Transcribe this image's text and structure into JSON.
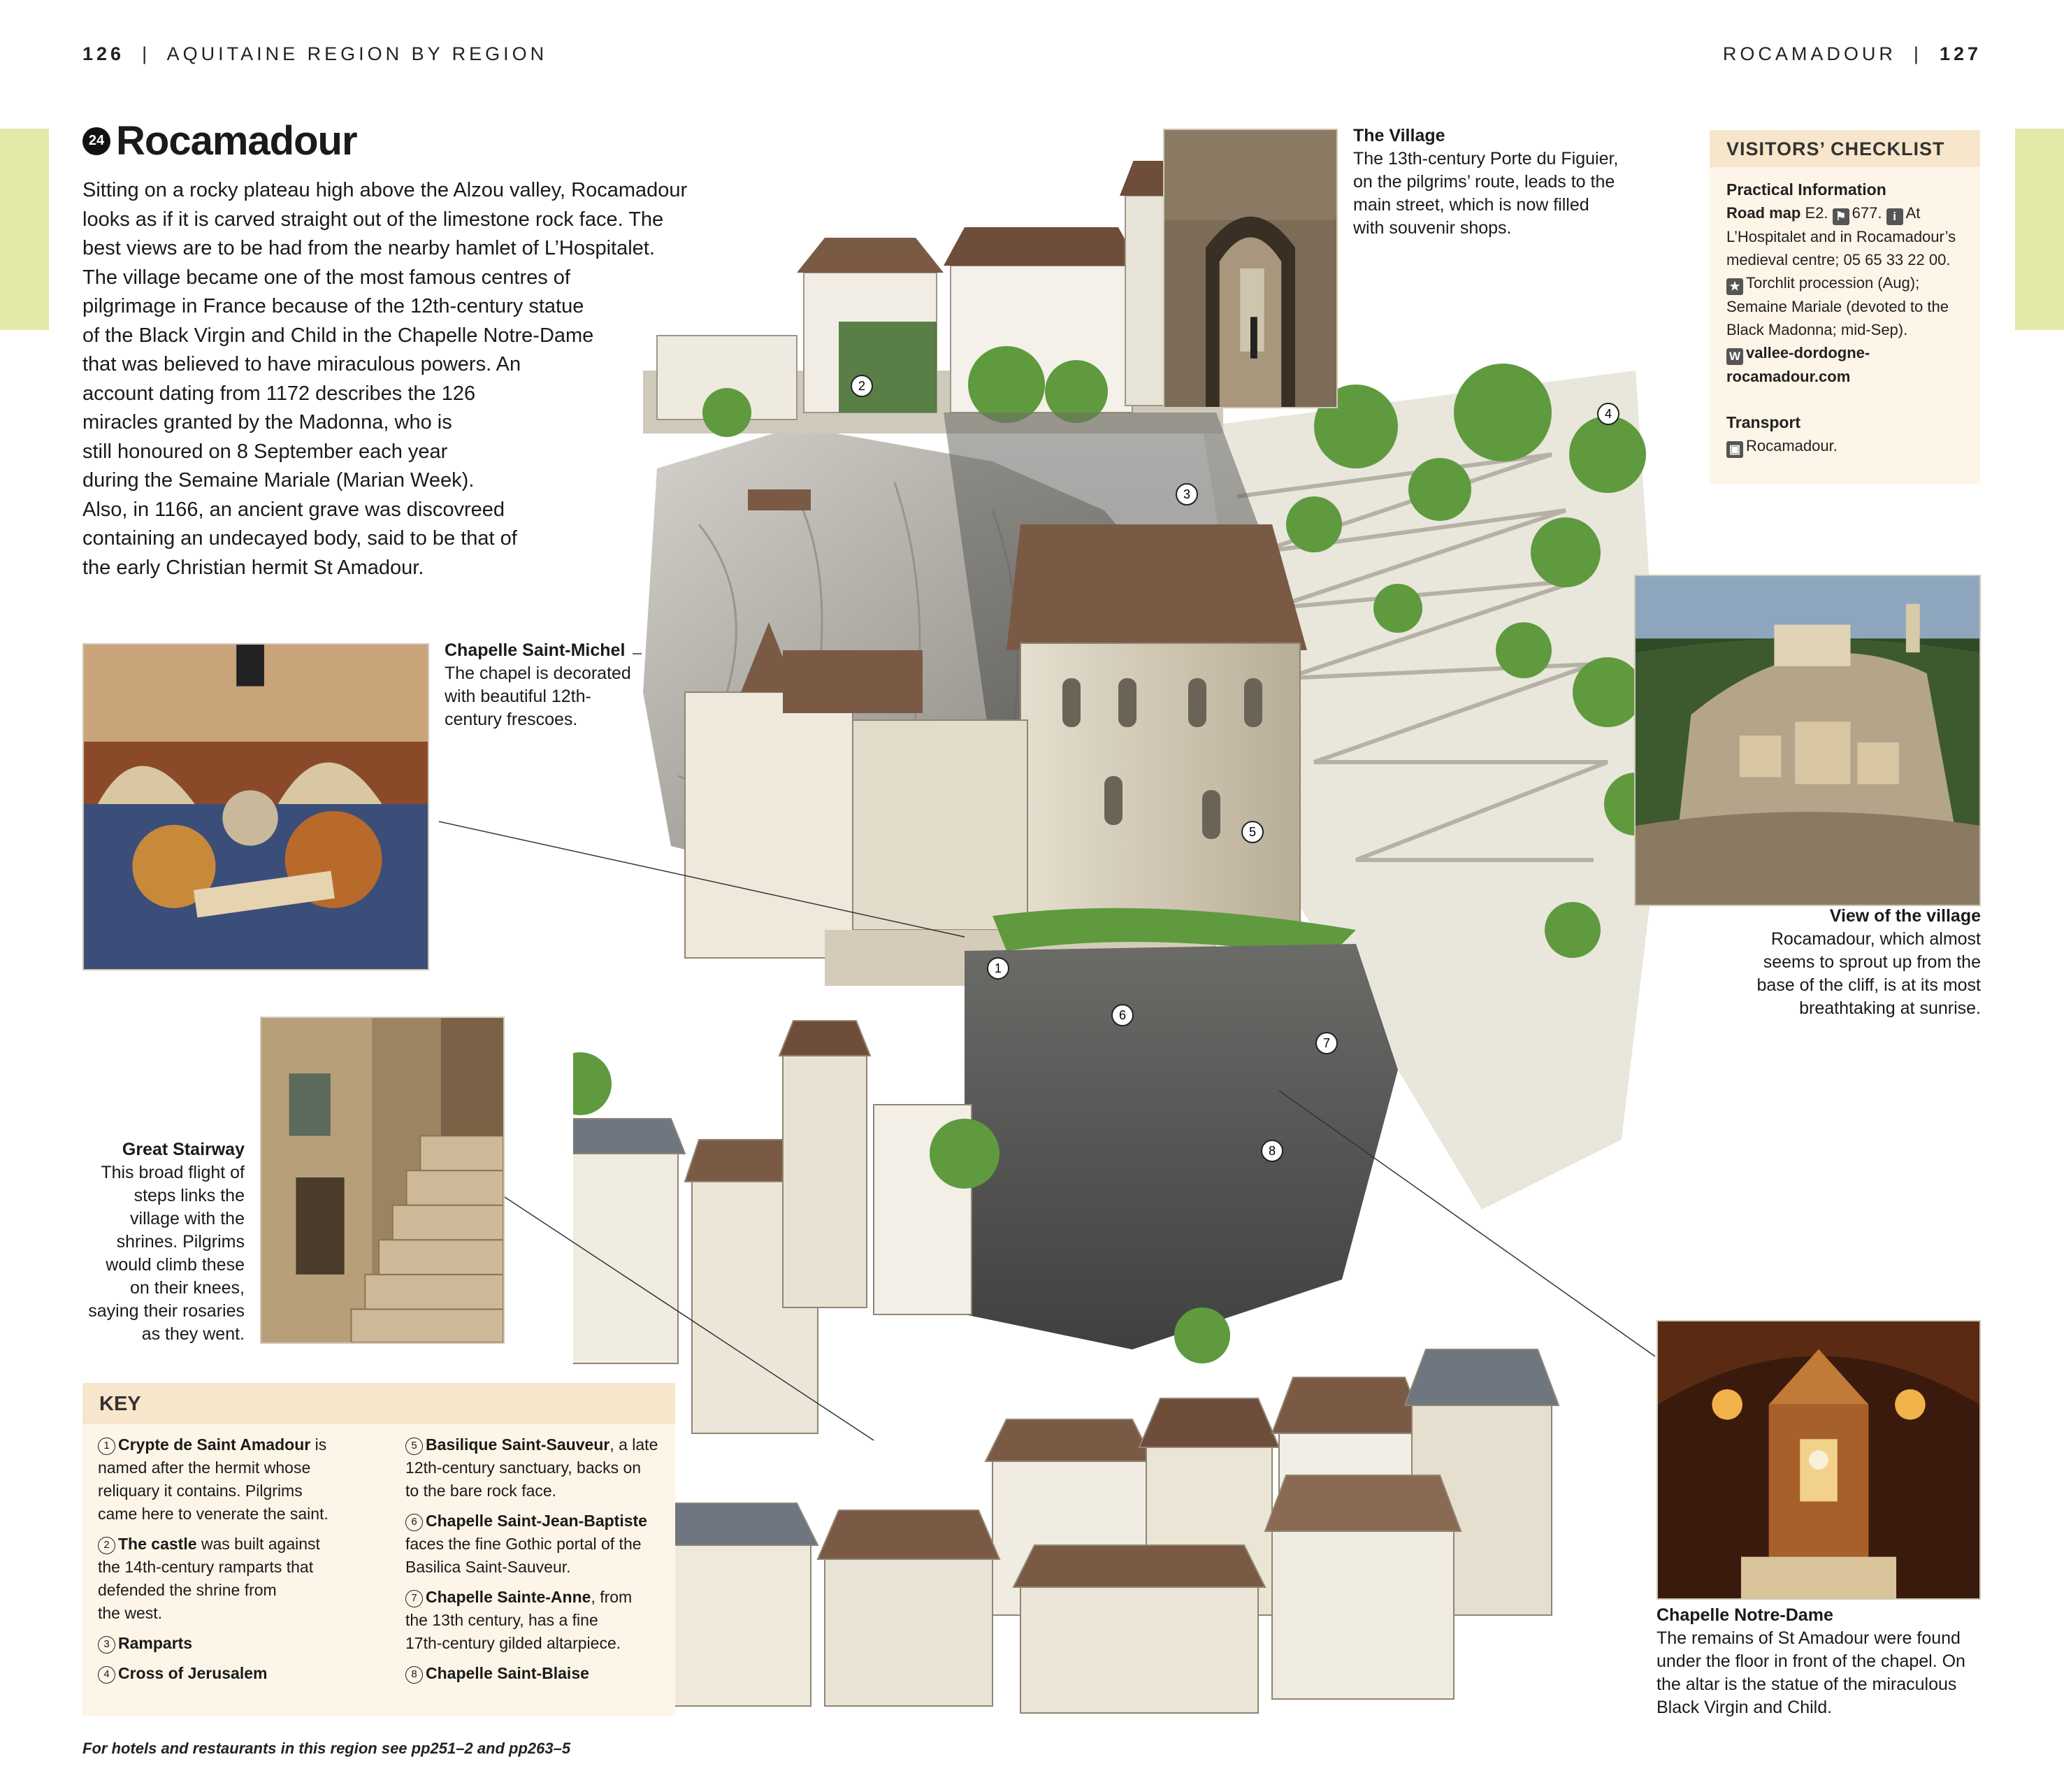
{
  "header": {
    "left_page_number": "126",
    "left_section": "AQUITAINE REGION BY REGION",
    "right_section": "ROCAMADOUR",
    "right_page_number": "127"
  },
  "article": {
    "number": "24",
    "title": "Rocamadour",
    "intro_lines": [
      "Sitting on a rocky plateau high above the Alzou valley, Rocamadour",
      "looks as if it is carved straight out of the limestone rock face. The",
      "best views are to be had from the nearby hamlet of L’Hospitalet.",
      "The village became one of the most famous centres of",
      "pilgrimage in France because of the 12th-century statue",
      "of the Black Virgin and Child in the Chapelle Notre-Dame",
      "that was believed to have miraculous powers. An",
      "account dating from 1172 describes the 126",
      "miracles granted by the Madonna, who is",
      "still honoured on 8 September each year",
      "during the Semaine Mariale (Marian Week).",
      "Also, in 1166, an ancient grave was discovreed",
      "containing an undecayed body, said to be that of",
      "the early Christian hermit St Amadour."
    ]
  },
  "captions": {
    "village": {
      "title": "The Village",
      "lines": [
        "The 13th-century Porte du Figuier,",
        "on the pilgrims’ route, leads to the",
        "main street, which is now filled",
        "with souvenir shops."
      ]
    },
    "saint_michel": {
      "title": "Chapelle Saint-Michel",
      "lines": [
        "The chapel is decorated",
        "with beautiful 12th-",
        "century frescoes."
      ]
    },
    "great_stairway": {
      "title": "Great Stairway",
      "lines": [
        "This broad flight of",
        "steps links the",
        "village with the",
        "shrines. Pilgrims",
        "would climb these",
        "on their knees,",
        "saying their rosaries",
        "as they went."
      ]
    },
    "view": {
      "title": "View of the village",
      "lines": [
        "Rocamadour, which almost",
        "seems to sprout up from the",
        "base of the cliff, is at its most",
        "breathtaking at sunrise."
      ]
    },
    "notre_dame": {
      "title": "Chapelle Notre-Dame",
      "lines": [
        "The remains of St Amadour were found",
        "under the floor in front of the chapel. On",
        "the altar is the statue of the miraculous",
        "Black Virgin and Child."
      ]
    }
  },
  "checklist": {
    "heading": "VISITORS’ CHECKLIST",
    "practical_heading": "Practical Information",
    "road_map_label": "Road map",
    "road_map_value": "E2.",
    "population": "677.",
    "info_at": "At",
    "info_lines": [
      "L’Hospitalet and in Rocamadour’s",
      "medieval centre; 05 65 33 22 00."
    ],
    "events_lines": [
      "Torchlit procession (Aug);",
      "Semaine Mariale (devoted to the",
      "Black Madonna; mid-Sep)."
    ],
    "website_lines": [
      "vallee-dordogne-",
      "rocamadour.com"
    ],
    "transport_heading": "Transport",
    "transport_value": "Rocamadour.",
    "icons": {
      "population": "population-icon",
      "info": "info-icon",
      "events": "events-icon",
      "website": "website-icon",
      "transport": "bus-icon"
    }
  },
  "key": {
    "heading": "KEY",
    "items": [
      {
        "num": "1",
        "title": "Crypte de Saint Amadour",
        "rest_first": " is",
        "lines": [
          "named after the hermit whose",
          "reliquary it contains. Pilgrims",
          "came here to venerate the saint."
        ]
      },
      {
        "num": "2",
        "title": "The castle",
        "rest_first": " was built against",
        "lines": [
          "the 14th-century ramparts that",
          "defended the shrine from",
          "the west."
        ]
      },
      {
        "num": "3",
        "title": "Ramparts",
        "rest_first": "",
        "lines": []
      },
      {
        "num": "4",
        "title": "Cross of Jerusalem",
        "rest_first": "",
        "lines": []
      },
      {
        "num": "5",
        "title": "Basilique Saint-Sauveur",
        "rest_first": ", a late",
        "lines": [
          "12th-century sanctuary, backs on",
          "to the bare rock face."
        ]
      },
      {
        "num": "6",
        "title": "Chapelle Saint-Jean-Baptiste",
        "rest_first": "",
        "lines": [
          "faces the fine Gothic portal of the",
          "Basilica Saint-Sauveur."
        ]
      },
      {
        "num": "7",
        "title": "Chapelle Sainte-Anne",
        "rest_first": ", from",
        "lines": [
          "the 13th century, has a fine",
          "17th-century gilded altarpiece."
        ]
      },
      {
        "num": "8",
        "title": "Chapelle Saint-Blaise",
        "rest_first": "",
        "lines": []
      }
    ]
  },
  "illustration_markers": [
    "1",
    "2",
    "3",
    "4",
    "5",
    "6",
    "7",
    "8"
  ],
  "footer": "For hotels and restaurants in this region see pp251–2 and pp263–5",
  "colors": {
    "tab_green": "#e3eaa8",
    "panel_bg": "#fdf5e8",
    "panel_head": "#f7e6cb",
    "rock_grey": "#b9b6ae",
    "roof_brown": "#7b5a45",
    "stone": "#d8d0bf",
    "foliage": "#5f9a3f"
  }
}
